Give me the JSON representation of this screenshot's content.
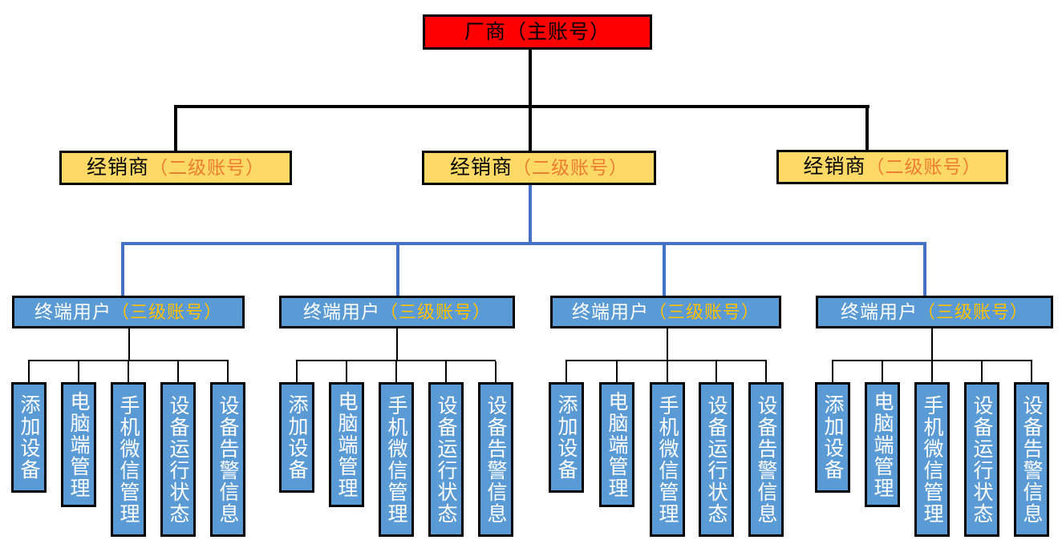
{
  "diagram": {
    "title": "account-hierarchy-org-chart",
    "root": {
      "label": "厂商（主账号）"
    },
    "dealers": [
      {
        "label": "经销商",
        "suffix": "（二级账号）"
      },
      {
        "label": "经销商",
        "suffix": "（二级账号）"
      },
      {
        "label": "经销商",
        "suffix": "（二级账号）"
      }
    ],
    "users": [
      {
        "label": "终端用户",
        "suffix": "（三级账号）"
      },
      {
        "label": "终端用户",
        "suffix": "（三级账号）"
      },
      {
        "label": "终端用户",
        "suffix": "（三级账号）"
      },
      {
        "label": "终端用户",
        "suffix": "（三级账号）"
      }
    ],
    "leaf_groups": [
      {
        "items": [
          "添加设备",
          "电脑端管理",
          "手机微信管理",
          "设备运行状态",
          "设备告警信息"
        ]
      },
      {
        "items": [
          "添加设备",
          "电脑端管理",
          "手机微信管理",
          "设备运行状态",
          "设备告警信息"
        ]
      },
      {
        "items": [
          "添加设备",
          "电脑端管理",
          "手机微信管理",
          "设备运行状态",
          "设备告警信息"
        ]
      },
      {
        "items": [
          "添加设备",
          "电脑端管理",
          "手机微信管理",
          "设备运行状态",
          "设备告警信息"
        ]
      }
    ],
    "colors": {
      "root_fill": "#FF0000",
      "dealer_fill": "#FFD966",
      "user_fill": "#5B9BD5",
      "dealer_suffix_text": "#ED7D31",
      "user_suffix_text": "#FFC000",
      "connector_black": "#000000",
      "connector_blue": "#4472C4",
      "box_border": "#000000",
      "leaf_text": "#FFFFFF",
      "root_text": "#000000"
    }
  }
}
